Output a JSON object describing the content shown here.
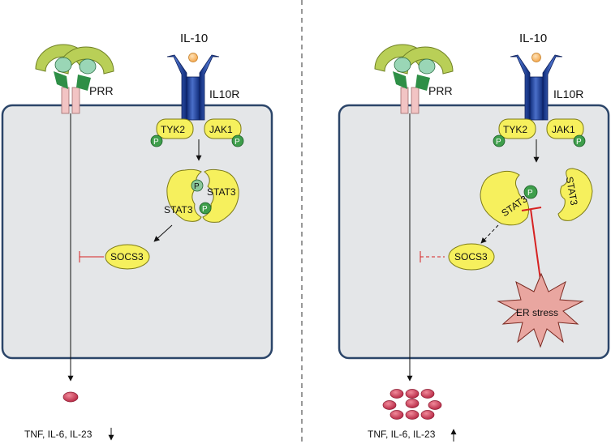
{
  "panels": [
    {
      "id": "left",
      "cytokine_label": "IL-10",
      "receptor_label": "IL10R",
      "prr_label": "PRR",
      "kinase_left": "TYK2",
      "kinase_right": "JAK1",
      "phospho": "P",
      "stat_a": "STAT3",
      "stat_b": "STAT3",
      "socs": "SOCS3",
      "output_label": "TNF, IL-6, IL-23",
      "output_trend": "down"
    },
    {
      "id": "right",
      "cytokine_label": "IL-10",
      "receptor_label": "IL10R",
      "prr_label": "PRR",
      "kinase_left": "TYK2",
      "kinase_right": "JAK1",
      "phospho": "P",
      "stat_a": "STAT3",
      "stat_b": "STAT3",
      "socs": "SOCS3",
      "stress": "ER stress",
      "output_label": "TNF, IL-6, IL-23",
      "output_trend": "up"
    }
  ],
  "colors": {
    "cell_fill": "#e4e6e8",
    "cell_stroke": "#2b4569",
    "receptor_blue": "#1f3f95",
    "prr_green": "#b9cf57",
    "prr_inner": "#2e8f46",
    "membrane_pink": "#f2c4c4",
    "yellow": "#f6f05d",
    "phospho_green": "#3e9e4b",
    "cytokine_red": "#c3314a",
    "inhibit_red": "#d62222",
    "stress_fill": "#e9a6a0"
  }
}
